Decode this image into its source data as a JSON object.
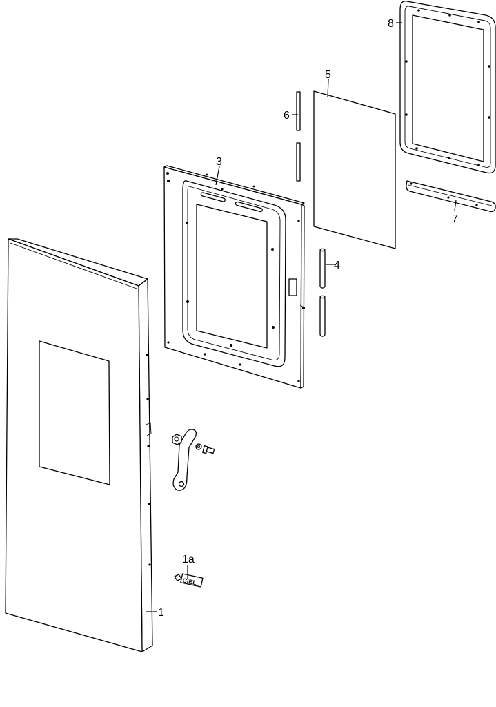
{
  "callouts": {
    "c1": "1",
    "c1a": "1a",
    "c3": "3",
    "c4": "4",
    "c5": "5",
    "c6": "6",
    "c7": "7",
    "c8": "8"
  },
  "badge_text": "CIEL"
}
